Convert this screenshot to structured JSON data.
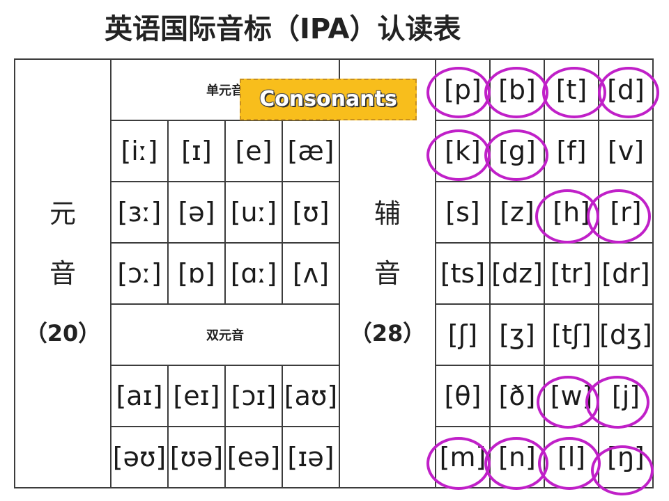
{
  "title": "英语国际音标（IPA）认读表",
  "vowels": {
    "side_lines": [
      "元",
      "音",
      "（20）"
    ],
    "monophthong_header": "单元音",
    "monophthongs": [
      [
        "[iː]",
        "[ɪ]",
        "[e]",
        "[æ]"
      ],
      [
        "[ɜː]",
        "[ə]",
        "[uː]",
        "[ʊ]"
      ],
      [
        "[ɔː]",
        "[ɒ]",
        "[ɑː]",
        "[ʌ]"
      ]
    ],
    "diphthong_header": "双元音",
    "diphthongs": [
      [
        "[aɪ]",
        "[eɪ]",
        "[ɔɪ]",
        "[aʊ]"
      ],
      [
        "[əʊ]",
        "[ʊə]",
        "[eə]",
        "[ɪə]"
      ]
    ]
  },
  "consonants": {
    "side_lines": [
      "辅",
      "音",
      "（28）"
    ],
    "rows": [
      [
        "[p]",
        "[b]",
        "[t]",
        "[d]"
      ],
      [
        "[k]",
        "[g]",
        "[f]",
        "[v]"
      ],
      [
        "[s]",
        "[z]",
        "[h]",
        "[r]"
      ],
      [
        "[ts]",
        "[dz]",
        "[tr]",
        "[dr]"
      ],
      [
        "[ʃ]",
        "[ʒ]",
        "[tʃ]",
        "[dʒ]"
      ],
      [
        "[θ]",
        "[ð]",
        "[w]",
        "[j]"
      ],
      [
        "[m]",
        "[n]",
        "[l]",
        "[ŋ]"
      ]
    ],
    "circled": [
      "[p]",
      "[b]",
      "[t]",
      "[d]",
      "[k]",
      "[g]",
      "[h]",
      "[r]",
      "[w]",
      "[j]",
      "[m]",
      "[n]",
      "[l]",
      "[ŋ]"
    ]
  },
  "callout": {
    "label": "Consonants",
    "bg_color": "#f8be1c"
  },
  "colors": {
    "circle": "#c020c8",
    "grid": "#3c3c3c"
  }
}
